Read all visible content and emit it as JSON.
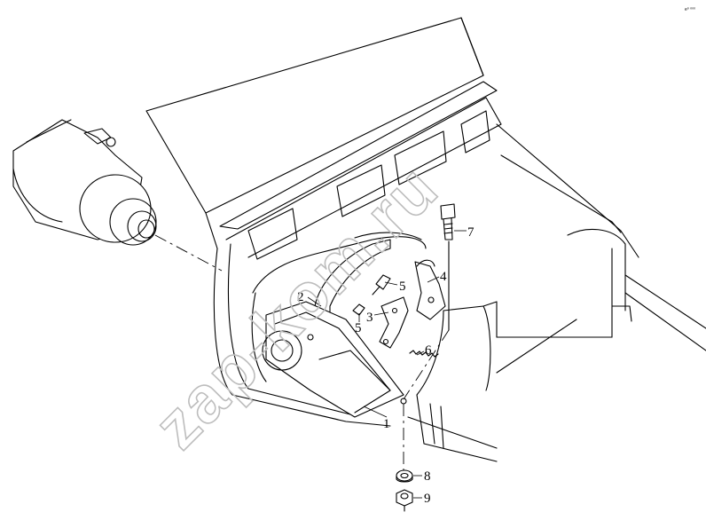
{
  "corner_mark": "e⁰ ⁰⁰⁰",
  "watermark": "zap-kom.ru",
  "callouts": [
    {
      "id": "part-1",
      "label": "1"
    },
    {
      "id": "part-2",
      "label": "2"
    },
    {
      "id": "part-3",
      "label": "3"
    },
    {
      "id": "part-4",
      "label": "4"
    },
    {
      "id": "part-5a",
      "label": "5"
    },
    {
      "id": "part-5b",
      "label": "5"
    },
    {
      "id": "part-6",
      "label": "6"
    },
    {
      "id": "part-7",
      "label": "7"
    },
    {
      "id": "part-8",
      "label": "8"
    },
    {
      "id": "part-9",
      "label": "9"
    }
  ]
}
